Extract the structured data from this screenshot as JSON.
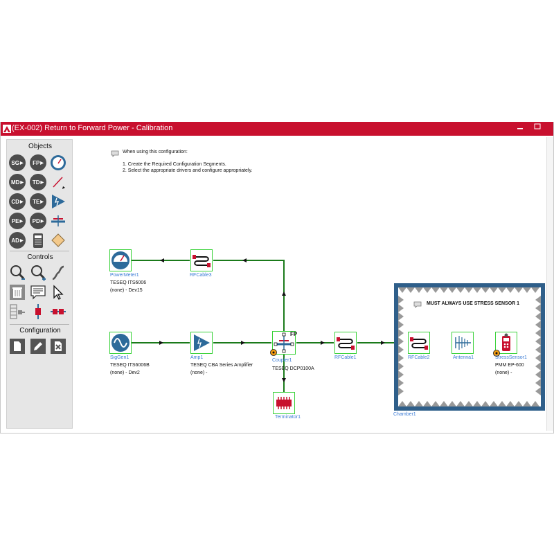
{
  "window": {
    "title": "(EX-002) Return to Forward Power - Calibration"
  },
  "toolbox": {
    "objects_header": "Objects",
    "object_buttons": [
      "SG",
      "FP",
      "MD",
      "TD",
      "CD",
      "TE",
      "PE",
      "PD",
      "AD"
    ],
    "controls_header": "Controls",
    "configuration_header": "Configuration"
  },
  "notes": {
    "intro": "When using this configuration:",
    "step1": "1. Create the Required Configuration Segments.",
    "step2": "2. Select the appropriate drivers and configure appropriately.",
    "chamber_note": "MUST ALWAYS USE STRESS SENSOR 1"
  },
  "components": {
    "powermeter": {
      "name": "PowerMeter1",
      "model": "TESEQ ITS6006",
      "driver": "(none) - Dev15"
    },
    "rfcable3": {
      "name": "RFCable3"
    },
    "siggen": {
      "name": "SigGen1",
      "model": "TESEQ ITS6006B",
      "driver": "(none) - Dev2"
    },
    "amp": {
      "name": "Amp1",
      "model": "TESEQ CBA Series Amplifier",
      "driver": "(none) -"
    },
    "coupler": {
      "name": "Coupler1",
      "model": "TESEQ DCP0100A",
      "port_label": "FP"
    },
    "rfcable1": {
      "name": "RFCable1"
    },
    "terminator": {
      "name": "Terminator1"
    },
    "rfcable2": {
      "name": "RFCable2"
    },
    "antenna": {
      "name": "Antenna1"
    },
    "stresssensor": {
      "name": "StressSensor1",
      "model": "PMM EP-600",
      "driver": "(none) -"
    },
    "chamber": {
      "name": "Chamber1"
    }
  },
  "colors": {
    "titlebar": "#c8102e",
    "wire": "#1a7a1a",
    "selection": "#3ad23a",
    "chamber": "#2f5f8a",
    "icon_blue": "#2d6a9a",
    "label": "#3a7bd5"
  },
  "icons": {
    "object_buttons": [
      "play-triangle"
    ],
    "tools": [
      "powermeter-gauge-icon",
      "probe-icon",
      "te-amp-icon",
      "coupler-icon",
      "digital-meter-icon",
      "diamond-icon",
      "zoom-out-icon",
      "zoom-in-icon",
      "route-icon",
      "delete-icon",
      "comment-icon",
      "pointer-icon",
      "grid-icon",
      "cable-red-icon",
      "connector-icon",
      "new-icon",
      "edit-icon",
      "remove-icon"
    ]
  }
}
